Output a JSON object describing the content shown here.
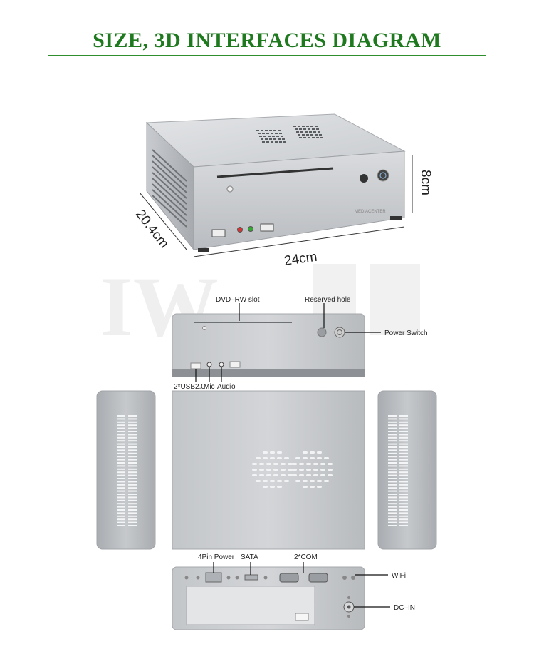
{
  "header": {
    "title": "SIZE, 3D INTERFACES DIAGRAM"
  },
  "watermark": {
    "text": "IW",
    "logo_name": "brand-watermark"
  },
  "product_photo": {
    "dimensions": {
      "height": "8cm",
      "depth": "20.4cm",
      "width": "24cm"
    },
    "front_brand_mark": "MEDIACENTER"
  },
  "front_panel": {
    "labels": {
      "dvd_slot": "DVD–RW slot",
      "reserved_hole": "Reserved hole",
      "power_switch": "Power Switch",
      "usb": "2*USB2.0",
      "mic": "Mic",
      "audio": "Audio"
    }
  },
  "rear_panel": {
    "labels": {
      "power_4pin": "4Pin Power",
      "sata": "SATA",
      "com": "2*COM",
      "wifi": "WiFi",
      "dc_in": "DC–IN"
    }
  },
  "colors": {
    "title_green": "#1f7a1f",
    "panel_gray": "#bcbfc2",
    "panel_dark": "#8d9094"
  }
}
